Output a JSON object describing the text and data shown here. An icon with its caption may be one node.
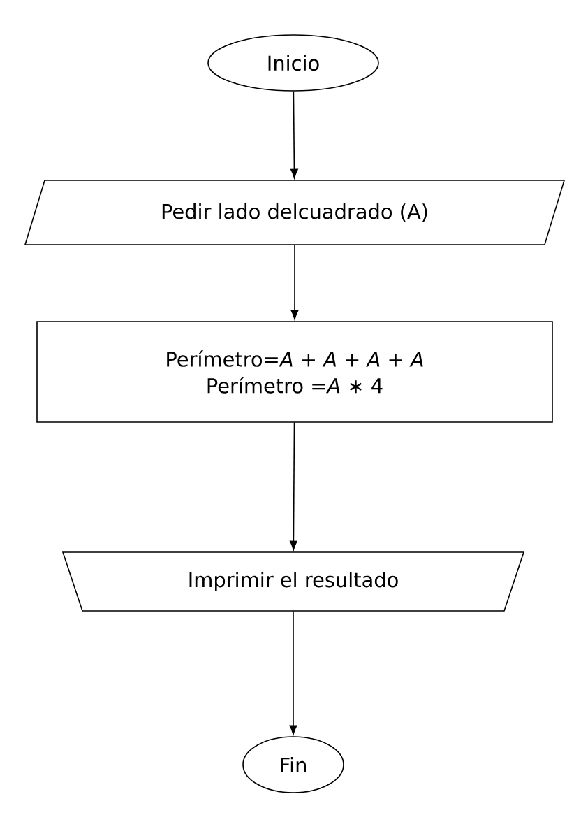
{
  "diagram": {
    "nodes": [
      {
        "text": [
          "Inicio"
        ]
      },
      {
        "text": [
          "Pedir lado delcuadrado (A)"
        ]
      },
      {
        "text": [
          "Perímetro=*A* + *A* + *A* + *A*",
          "Perímetro =*A* ∗ 4"
        ]
      },
      {
        "text": [
          "Imprimir el resultado"
        ]
      },
      {
        "text": [
          "Fin"
        ]
      }
    ],
    "edges": [
      {
        "from": 0,
        "to": 1,
        "arrow": "to"
      },
      {
        "from": 1,
        "to": 2,
        "arrow": "to"
      },
      {
        "from": 2,
        "to": 3,
        "arrow": "to"
      },
      {
        "from": 3,
        "to": 4,
        "arrow": "to"
      }
    ]
  }
}
